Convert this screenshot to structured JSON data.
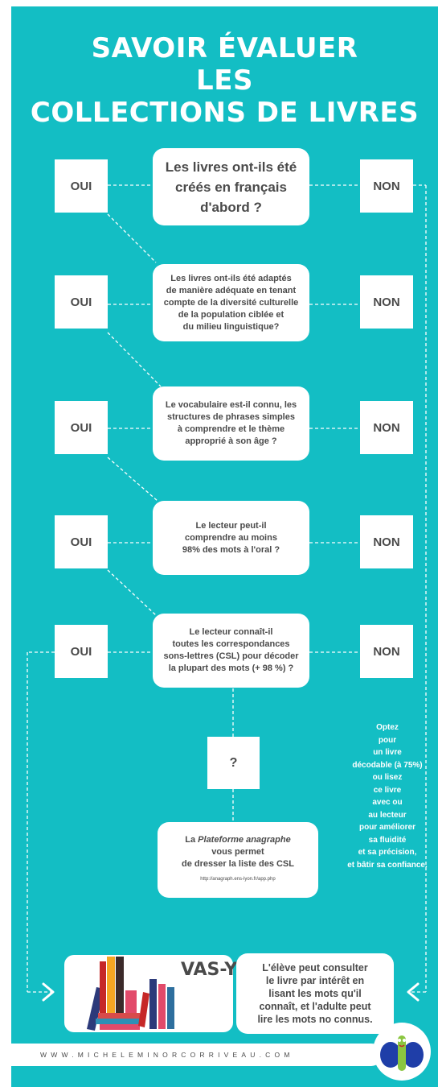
{
  "title": {
    "line1": "SAVOIR ÉVALUER",
    "line2": "LES",
    "line3": "COLLECTIONS DE LIVRES"
  },
  "labels": {
    "yes": "OUI",
    "no": "NON"
  },
  "questions": [
    {
      "lines": [
        "Les livres ont-ils été",
        "créés en français",
        "d'abord ?"
      ]
    },
    {
      "lines": [
        "Les livres ont-ils été adaptés",
        "de manière adéquate en tenant",
        "compte de la diversité culturelle",
        "de la population ciblée et",
        "du milieu linguistique?"
      ]
    },
    {
      "lines": [
        "Le vocabulaire est-il connu, les",
        "structures de phrases simples",
        "à comprendre et le thème",
        "approprié à son âge ?"
      ]
    },
    {
      "lines": [
        "Le lecteur peut-il",
        "comprendre au moins",
        "98% des mots à l'oral ?"
      ]
    },
    {
      "lines": [
        "Le lecteur connaît-il",
        "toutes les correspondances",
        "sons-lettres (CSL) pour décoder",
        "la plupart des mots (+ 98 %) ?"
      ]
    }
  ],
  "unknown": "?",
  "platform": {
    "prefix": "La ",
    "name": "Plateforme anagraphe",
    "line2": "vous permet",
    "line3": "de dresser la liste des CSL",
    "url": "http://anagraph.ens-lyon.fr/app.php"
  },
  "advice": [
    "Optez",
    "pour",
    "un livre",
    "décodable (à 75%)",
    "ou lisez",
    "ce livre",
    "avec ou",
    "au lecteur",
    "pour améliorer",
    "sa fluidité",
    "et sa précision,",
    "et bâtir sa confiance."
  ],
  "go": "VAS-Y !",
  "student": [
    "L'élève peut consulter",
    "le livre par intérêt en",
    "lisant les mots qu'il",
    "connaît, et l'adulte peut",
    "lire les mots no connus."
  ],
  "footer": "WWW.MICHELEMINORCORRIVEAU.COM",
  "colors": {
    "background": "#13bec4",
    "box": "#ffffff",
    "text": "#4a4a4a",
    "connector": "#ffffff"
  }
}
